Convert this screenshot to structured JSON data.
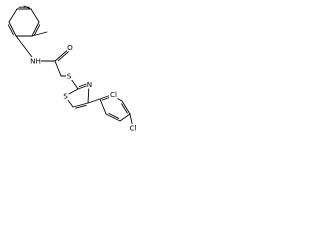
{
  "molecule": {
    "description": "",
    "atoms": {
      "nh": {
        "text": "NH",
        "element": "N",
        "color": "#000000"
      },
      "o": {
        "text": "O",
        "element": "O",
        "color": "#000000"
      },
      "s_thioether": {
        "text": "S",
        "element": "S",
        "color": "#000000"
      },
      "s_ring": {
        "text": "S",
        "element": "S",
        "color": "#000000"
      },
      "n_ring": {
        "text": "N",
        "element": "N",
        "color": "#000000"
      },
      "cl_ortho": {
        "text": "Cl",
        "element": "Cl",
        "color": "#000000"
      },
      "cl_para": {
        "text": "Cl",
        "element": "Cl",
        "color": "#000000"
      }
    },
    "bond_color": "#000000",
    "background": "#ffffff"
  }
}
